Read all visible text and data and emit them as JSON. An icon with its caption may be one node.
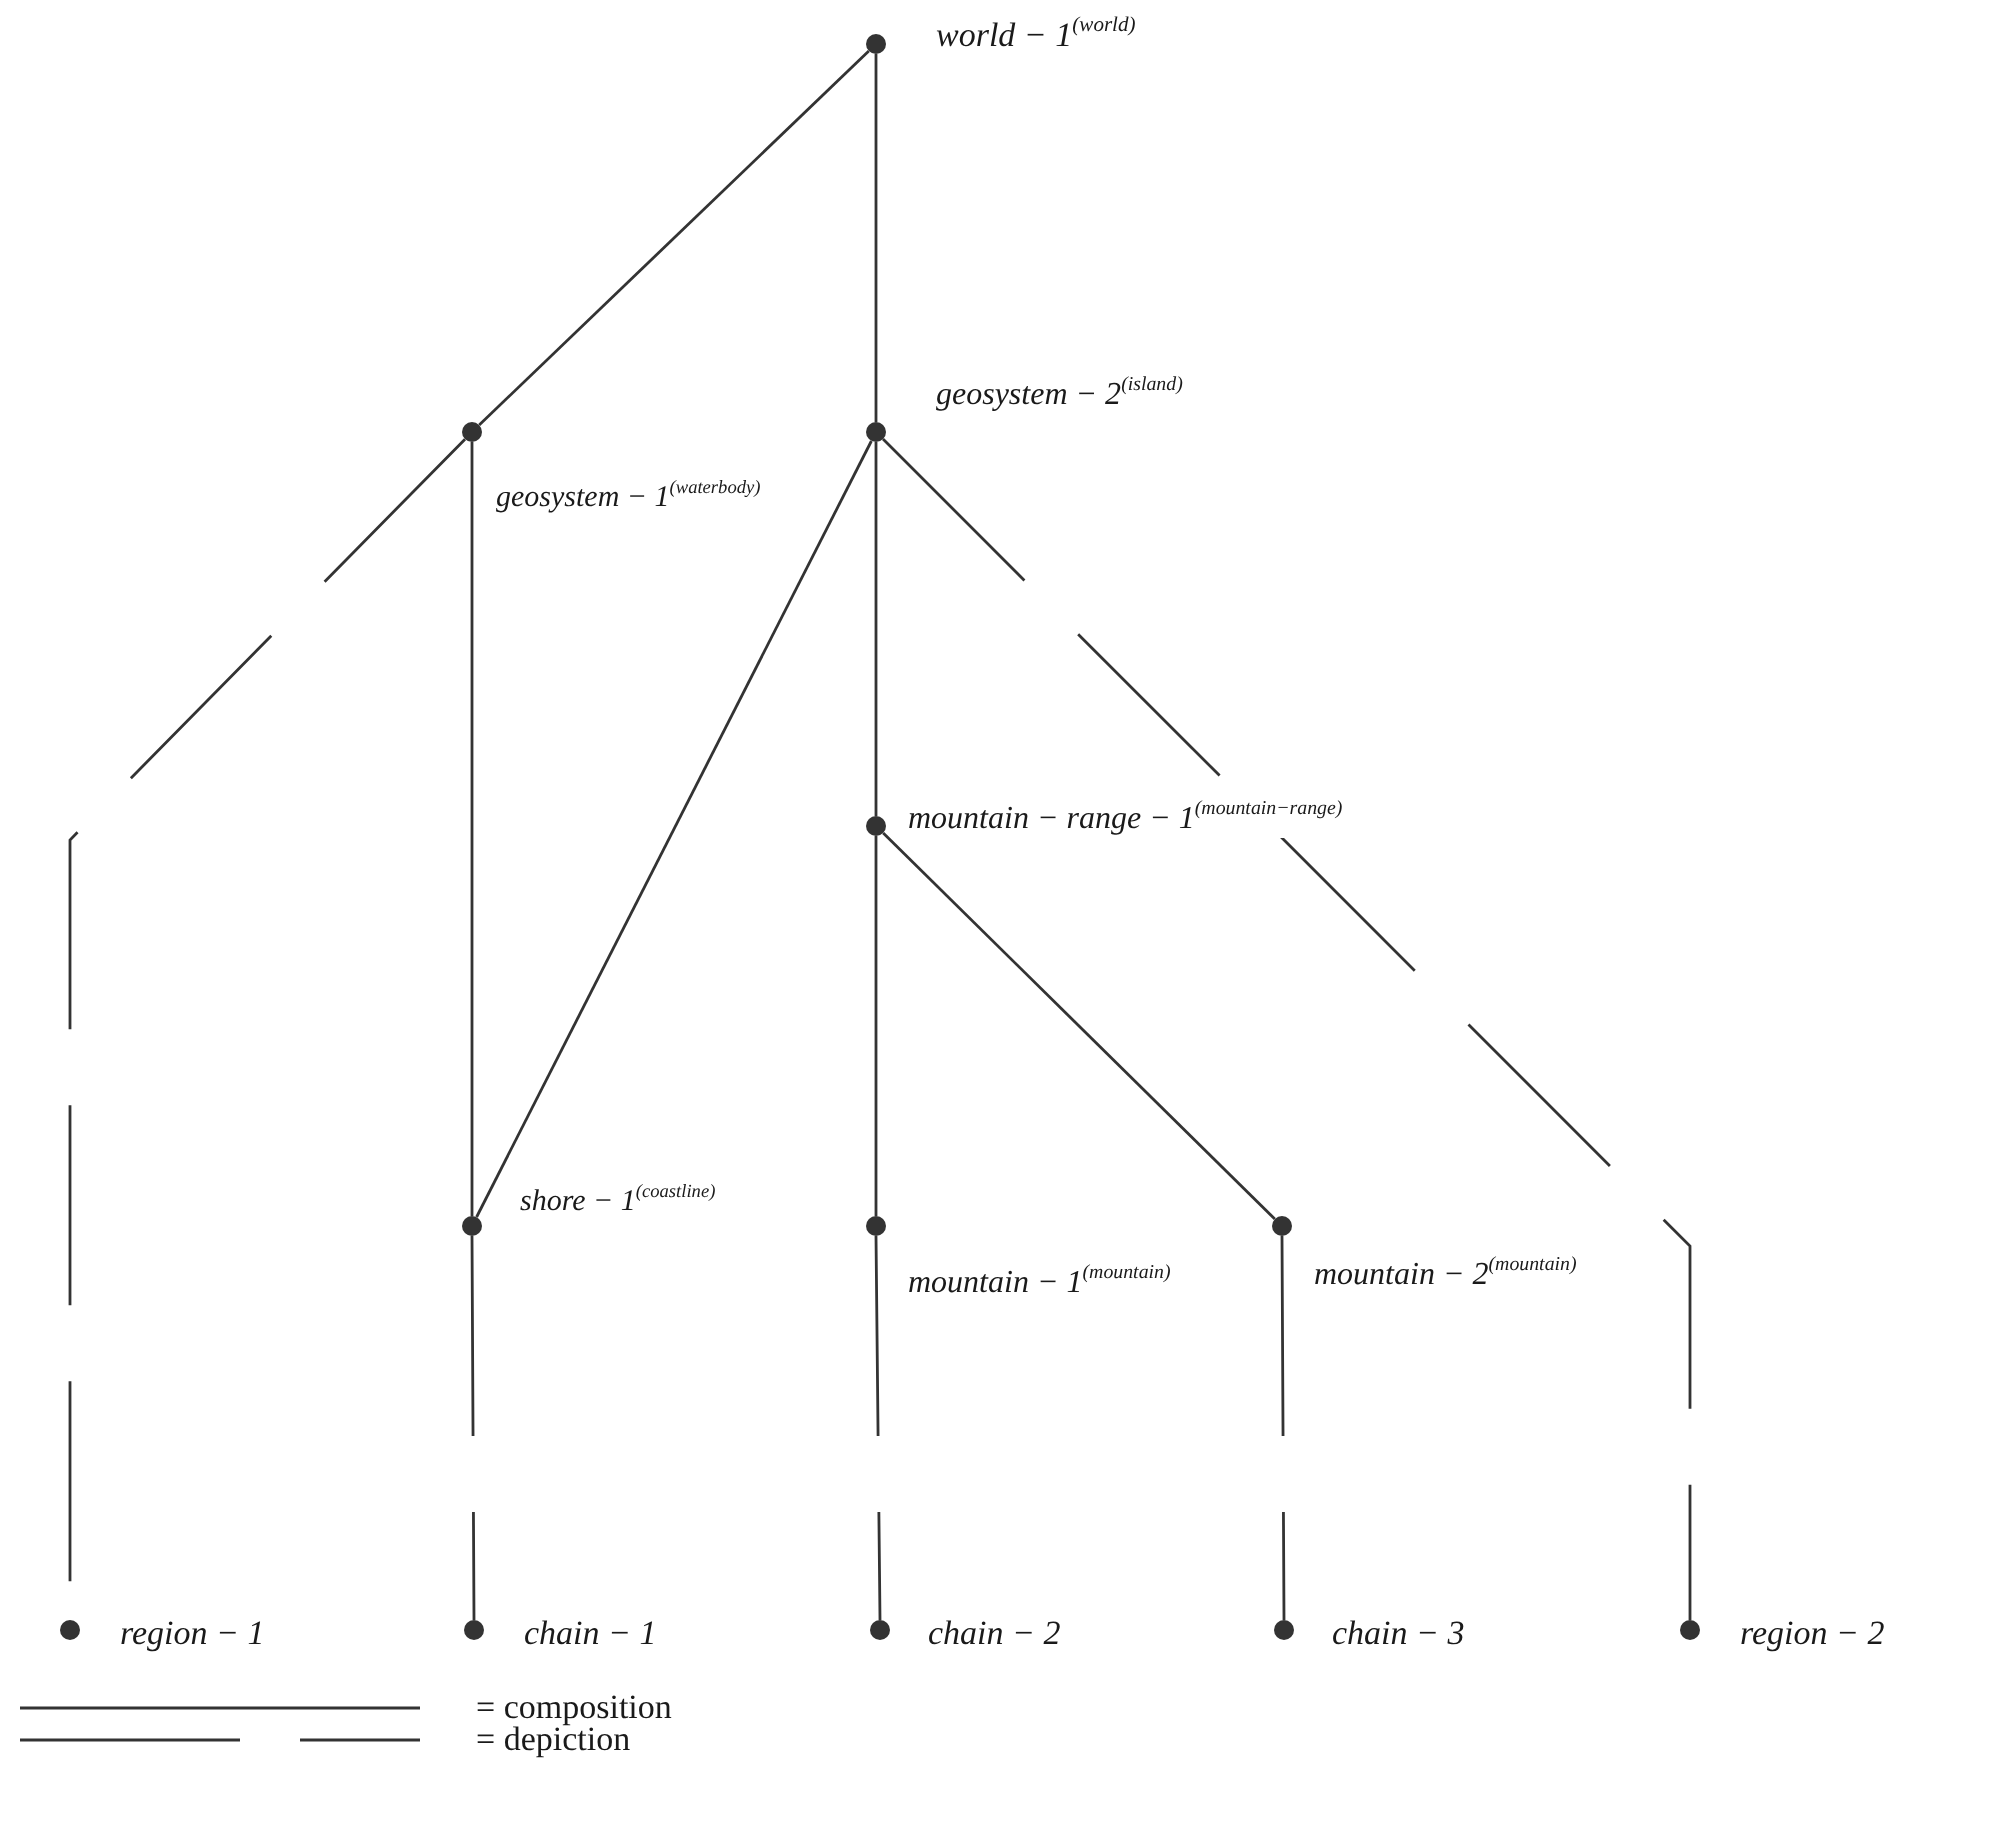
{
  "diagram": {
    "nodes": [
      {
        "text": [],
        "shape": "circle",
        "beside": [
          "world − 1$^{(world)}$"
        ]
      },
      {
        "text": [],
        "shape": "circle",
        "beside": [
          "geosystem − 1$^{(waterbody)}$"
        ]
      },
      {
        "text": [],
        "shape": "circle",
        "beside": [
          "geosystem − 2$^{(island)}$"
        ]
      },
      {
        "text": [],
        "shape": "circle",
        "beside": [
          "mountain − range − 1$^{(mountain−range)}$"
        ]
      },
      {
        "text": [],
        "shape": "circle",
        "beside": [
          "shore − 1$^{(coastline)}$"
        ]
      },
      {
        "text": [],
        "shape": "circle",
        "beside": [
          "mountain − 1$^{(mountain)}$"
        ]
      },
      {
        "text": [],
        "shape": "circle",
        "beside": [
          "mountain − 2$^{(mountain)}$"
        ]
      },
      {
        "text": [],
        "shape": "circle",
        "beside": [
          "region − 1"
        ]
      },
      {
        "text": [],
        "shape": "circle",
        "beside": [
          "chain − 1"
        ]
      },
      {
        "text": [],
        "shape": "circle",
        "beside": [
          "chain − 2"
        ]
      },
      {
        "text": [],
        "shape": "circle",
        "beside": [
          "chain − 3"
        ]
      },
      {
        "text": [],
        "shape": "circle",
        "beside": [
          "region − 2"
        ]
      }
    ],
    "edges": [
      {
        "from": 0,
        "to": 1,
        "arrow": "none"
      },
      {
        "from": 0,
        "to": 2,
        "arrow": "none"
      },
      {
        "from": 1,
        "to": 7,
        "arrow": "none",
        "style": "dashed"
      },
      {
        "from": 1,
        "to": 4,
        "arrow": "none"
      },
      {
        "from": 2,
        "to": 4,
        "arrow": "none"
      },
      {
        "from": 2,
        "to": 3,
        "arrow": "none"
      },
      {
        "from": 2,
        "to": 11,
        "arrow": "none",
        "style": "dashed"
      },
      {
        "from": 3,
        "to": 5,
        "arrow": "none"
      },
      {
        "from": 3,
        "to": 6,
        "arrow": "none"
      },
      {
        "from": 4,
        "to": 8,
        "arrow": "none",
        "style": "dashed"
      },
      {
        "from": 5,
        "to": 9,
        "arrow": "none",
        "style": "dashed"
      },
      {
        "from": 6,
        "to": 10,
        "arrow": "none",
        "style": "dashed"
      }
    ],
    "legend": [
      {
        "text": "= composition"
      },
      {
        "text": "= depiction"
      }
    ]
  }
}
